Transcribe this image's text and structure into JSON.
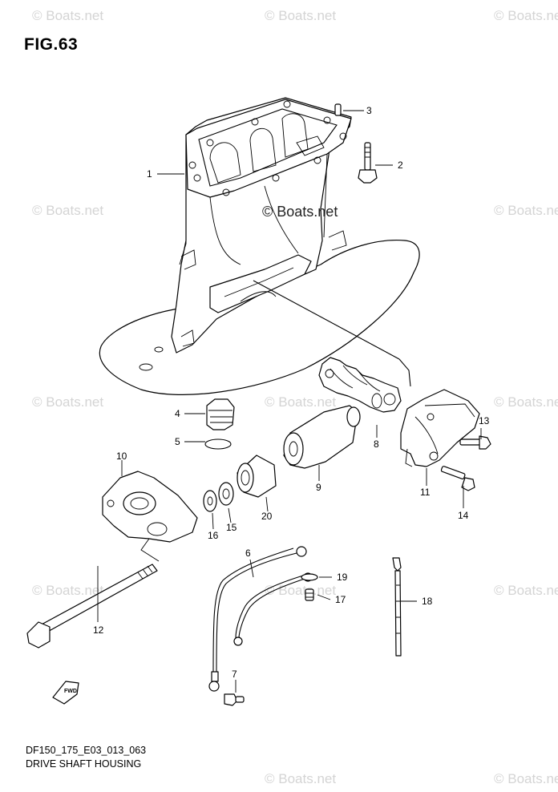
{
  "figure": {
    "title": "FIG.63",
    "code": "DF150_175_E03_013_063",
    "name": "DRIVE SHAFT HOUSING",
    "fwd_mark": "FWD"
  },
  "watermark": {
    "main": "© Boats.net",
    "repeat": "© Boats.net"
  },
  "callouts": [
    "1",
    "2",
    "3",
    "4",
    "5",
    "6",
    "7",
    "8",
    "9",
    "10",
    "11",
    "12",
    "13",
    "14",
    "15",
    "16",
    "17",
    "18",
    "19",
    "20"
  ]
}
